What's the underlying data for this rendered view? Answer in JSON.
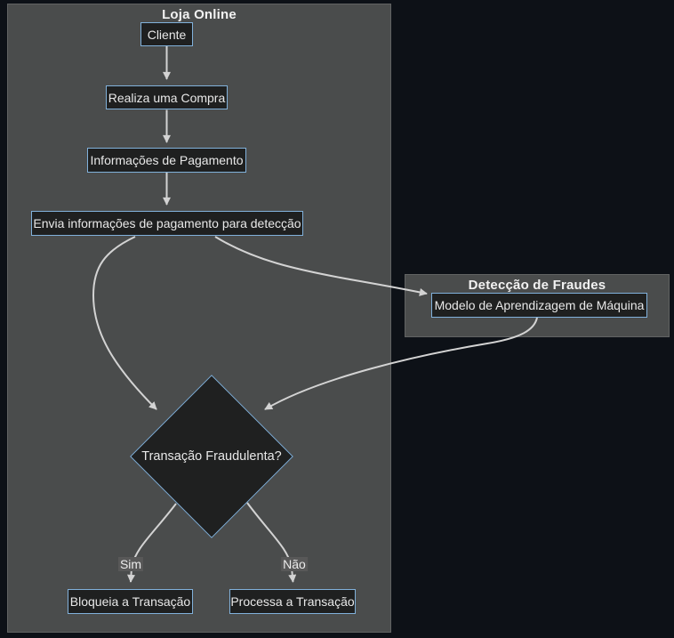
{
  "diagram": {
    "clusters": {
      "loja": {
        "title": "Loja Online"
      },
      "fraudes": {
        "title": "Detecção de Fraudes"
      }
    },
    "nodes": {
      "cliente": "Cliente",
      "compra": "Realiza uma Compra",
      "pagamento": "Informações de Pagamento",
      "envia": "Envia informações de pagamento para detecção",
      "modelo": "Modelo de Aprendizagem de Máquina",
      "decisao": "Transação Fraudulenta?",
      "bloqueia": "Bloqueia a Transação",
      "processa": "Processa a Transação"
    },
    "edge_labels": {
      "sim": "Sim",
      "nao": "Não"
    },
    "colors": {
      "background": "#0d1117",
      "cluster_fill": "#4a4c4c",
      "cluster_border": "#616363",
      "node_fill": "#1f2020",
      "node_border": "#81b1db",
      "node_text": "#e8e8e8",
      "edge_line": "#d3d3d3",
      "edge_label_bg": "#585858",
      "title_text": "#f2f2f2"
    }
  }
}
